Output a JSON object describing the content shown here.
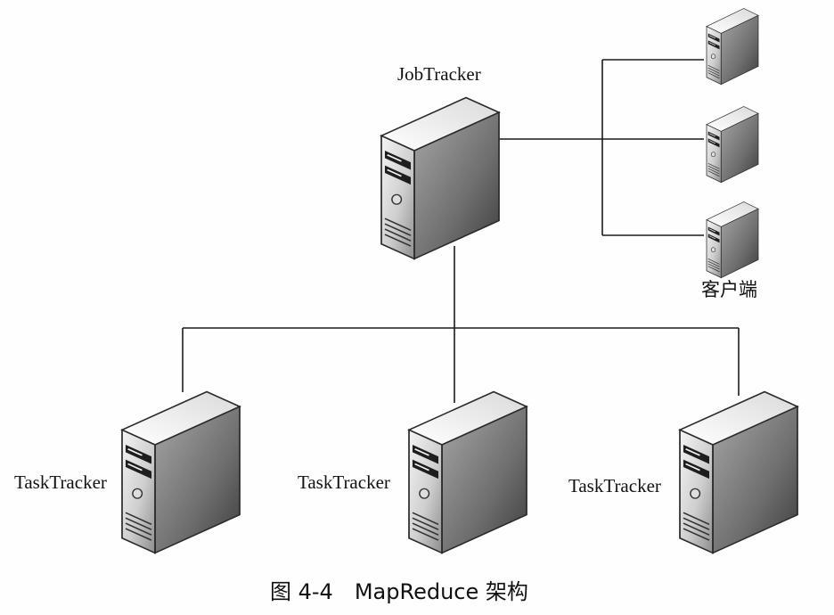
{
  "diagram": {
    "jobtracker": {
      "label": "JobTracker"
    },
    "client_group": {
      "label": "客户端"
    },
    "tasktrackers": [
      {
        "label": "TaskTracker"
      },
      {
        "label": "TaskTracker"
      },
      {
        "label": "TaskTracker"
      }
    ],
    "caption": "图 4-4　MapReduce 架构"
  }
}
